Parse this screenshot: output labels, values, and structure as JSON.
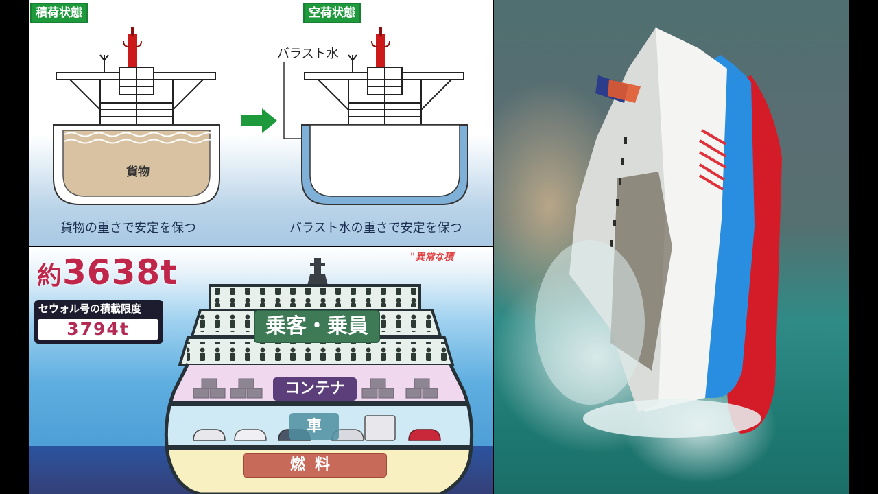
{
  "top_diagram": {
    "loaded_state_label": "積荷状態",
    "empty_state_label": "空荷状態",
    "ballast_water_label": "バラスト水",
    "cargo_label": "貨物",
    "loaded_caption": "貨物の重さで安定を保つ",
    "empty_caption": "バラスト水の重さで安定を保つ",
    "arrow": "right-arrow-icon",
    "colors": {
      "label_green": "#1e9a3d",
      "cargo_tan": "#d8c2a2",
      "ballast_blue": "#7fb0d8",
      "funnel_red": "#cc1a1a"
    }
  },
  "bottom_diagram": {
    "cargo_weight_prefix": "約",
    "cargo_weight": "3638t",
    "limit_title": "セウォル号の積載限度",
    "limit_value": "3794t",
    "corner_tag": "\"異常な積",
    "decks": [
      {
        "label": "乗客・乗員",
        "color": "#3d7a55"
      },
      {
        "label": "コンテナ",
        "color": "#5c3f7a"
      },
      {
        "label": "車",
        "color": "#4f8fa0"
      },
      {
        "label": "燃料",
        "color": "#c86a5a"
      }
    ],
    "colors": {
      "tonnage_red": "#c0264a",
      "container_deck": "#f0d9ef",
      "car_deck": "#cfe9f5",
      "fuel_deck": "#f8f0c0"
    }
  },
  "photo": {
    "subject": "capsizing-ferry-photo",
    "hull_colors": {
      "white": "#f4f4f2",
      "stripe_blue": "#2a8ee0",
      "hull_red": "#d41c28"
    }
  }
}
